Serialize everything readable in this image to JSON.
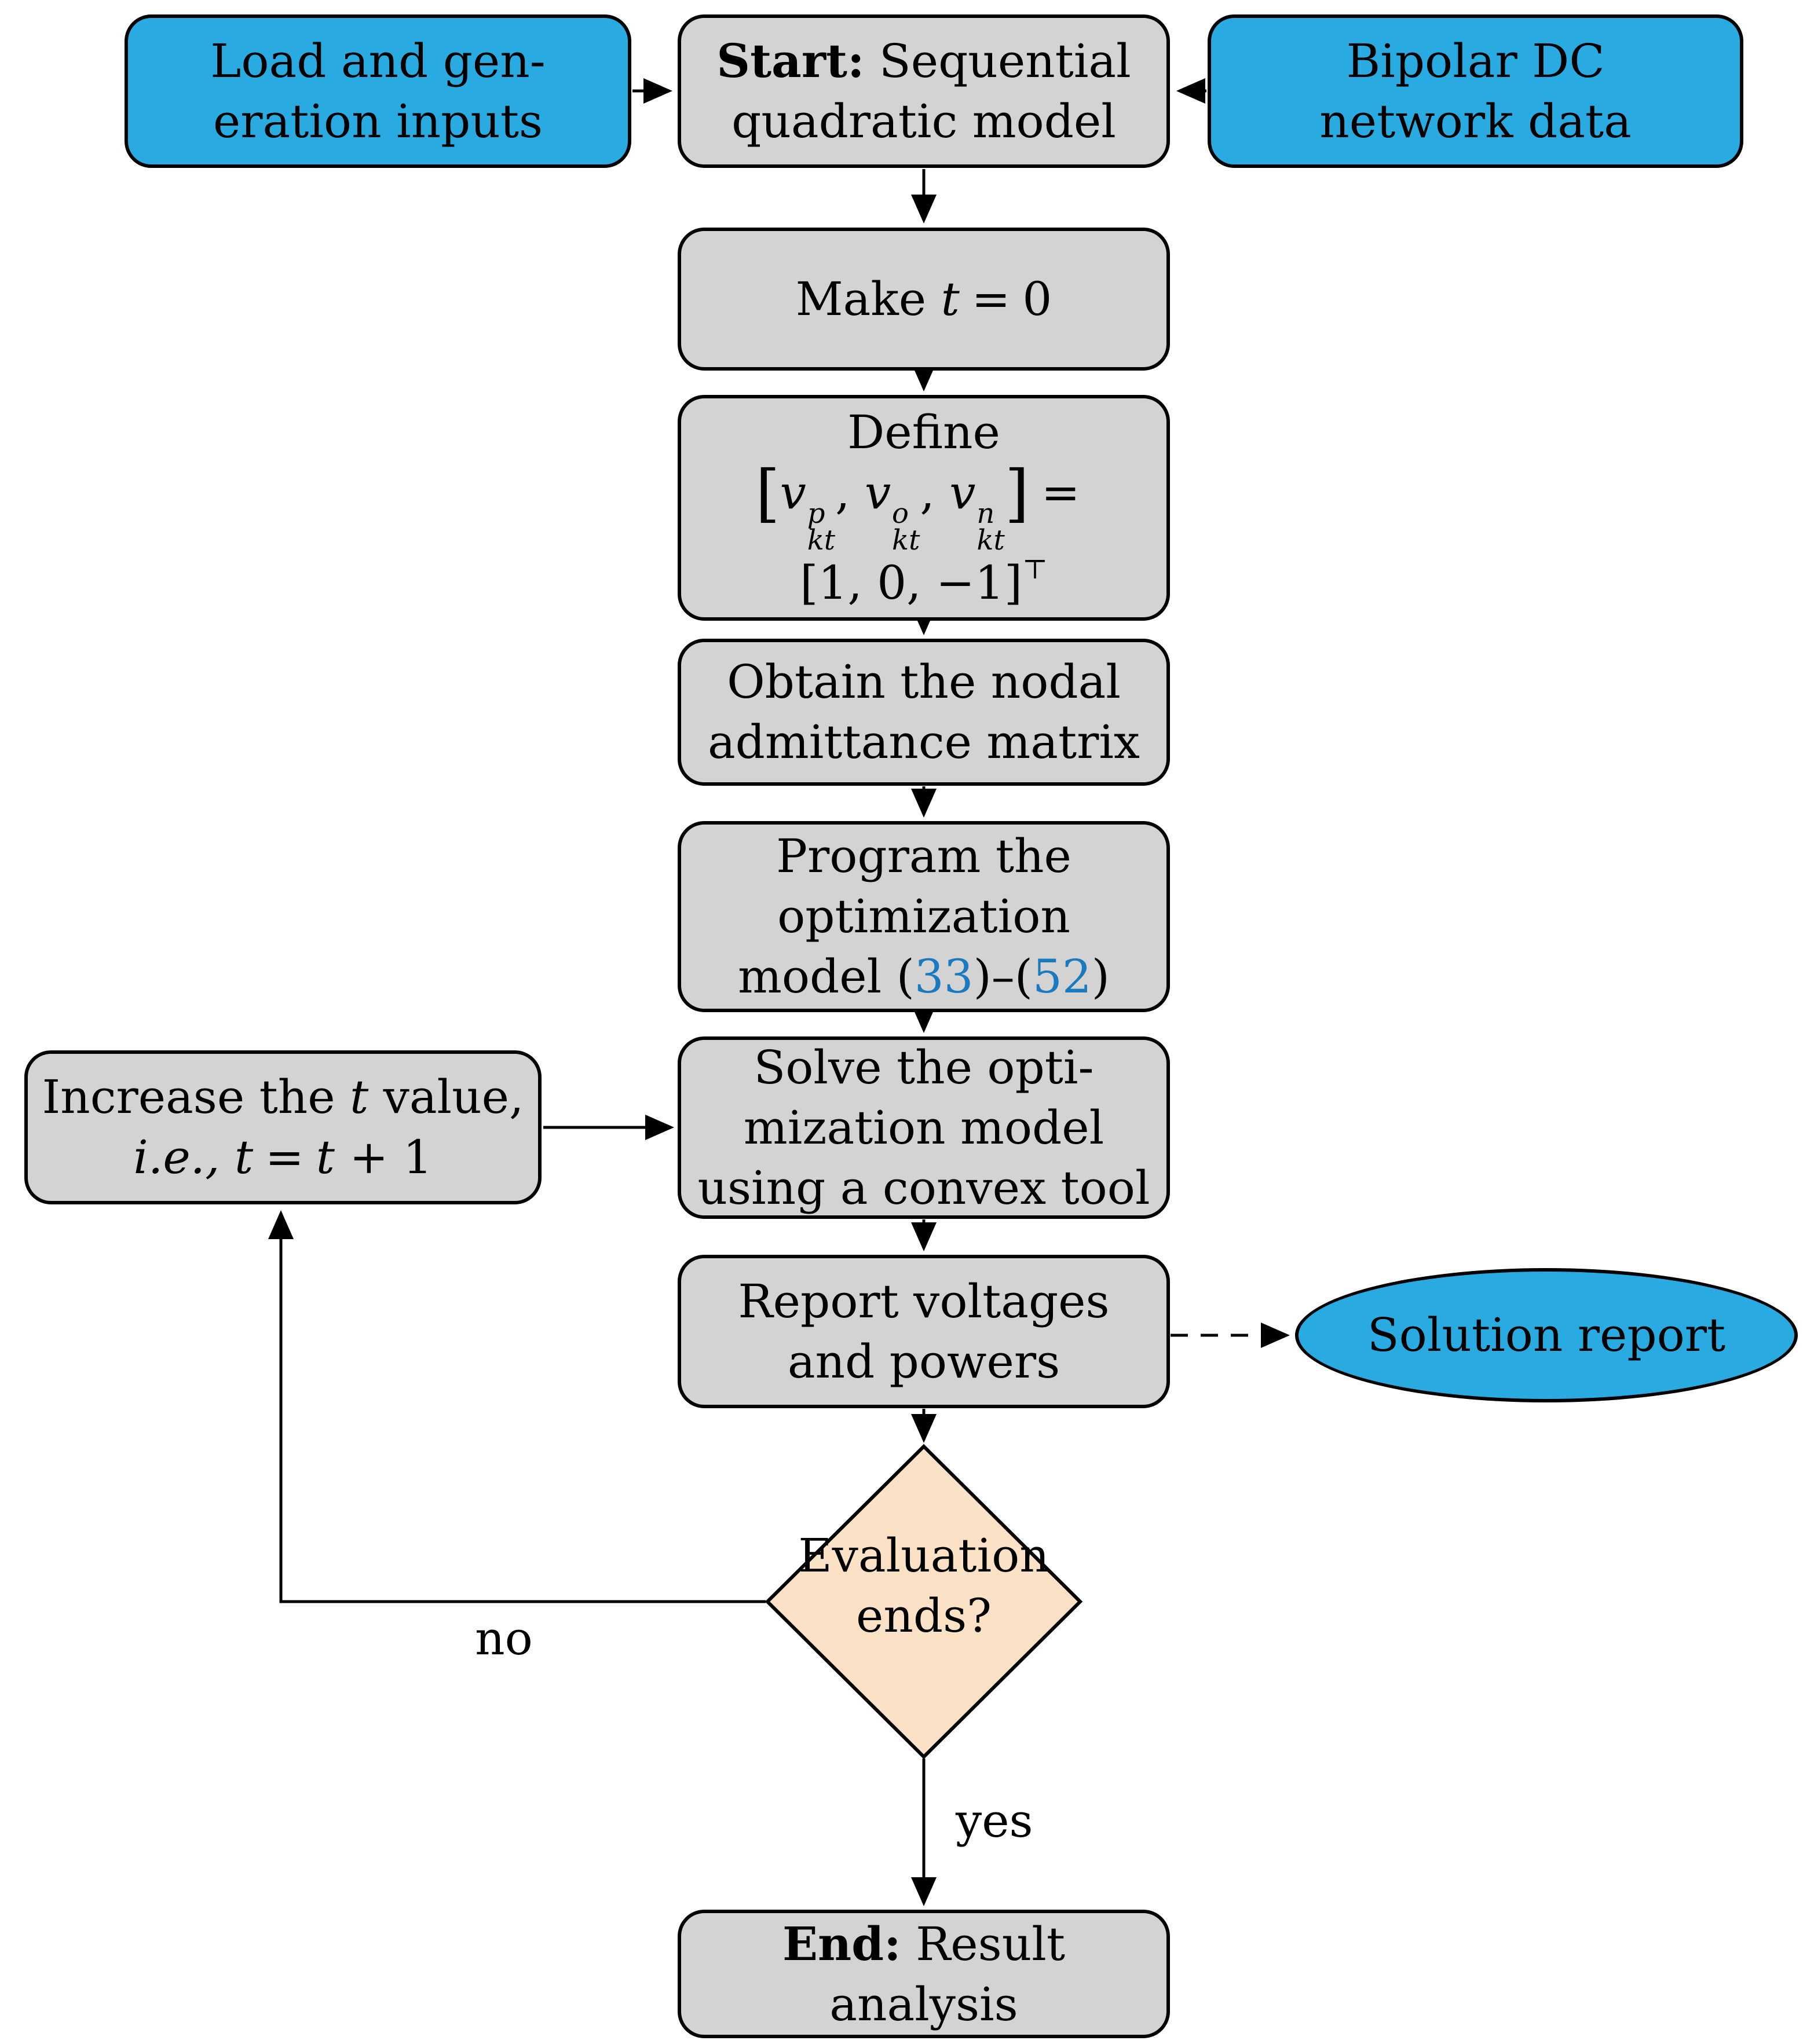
{
  "colors": {
    "node_blue": "#29ABE2",
    "node_gray": "#D3D3D3",
    "diamond_fill": "#FBE2C6",
    "ref_blue": "#1A7ABF",
    "line_color": "#000000"
  },
  "nodes": {
    "load": {
      "line1": "Load and gen-",
      "line2": "eration inputs"
    },
    "start": {
      "bold": "Start:",
      "line1_rest": " Sequential",
      "line2": "quadratic model"
    },
    "bipolar": {
      "line1": "Bipolar DC",
      "line2": "network data"
    },
    "make": {
      "word": "Make ",
      "var": "t",
      "eq": "=",
      "val": "0"
    },
    "define": {
      "title": "Define",
      "lbracket": "[",
      "rbracket": "]",
      "terms": [
        {
          "base": "v",
          "sup": "p",
          "sub": "kt",
          "sep": ", "
        },
        {
          "base": "v",
          "sup": "o",
          "sub": "kt",
          "sep": ", "
        },
        {
          "base": "v",
          "sup": "n",
          "sub": "kt",
          "sep": ""
        }
      ],
      "eq": "=",
      "row3": "[1, 0, −1]",
      "transpose": "⊤"
    },
    "obtain": {
      "line1": "Obtain the nodal",
      "line2": "admittance matrix"
    },
    "program": {
      "line1": "Program the",
      "line2": "optimization",
      "line3a": "model (",
      "ref1": "33",
      "line3b": ")–(",
      "ref2": "52",
      "line3c": ")"
    },
    "solve": {
      "line1": "Solve the opti-",
      "line2": "mization model",
      "line3": "using a convex tool"
    },
    "increase": {
      "line1a": "Increase the ",
      "line1var": "t",
      "line1b": " value,",
      "line2a": "i.e., ",
      "line2var": "t",
      "line2eq": "=",
      "line2rhs_var": "t",
      "line2rhs": " + 1"
    },
    "report": {
      "line1": "Report voltages",
      "line2": "and powers"
    },
    "solution": {
      "label": "Solution report"
    },
    "decision": {
      "line1": "Evaluation",
      "line2": "ends?"
    },
    "end": {
      "bold": "End:",
      "rest": " Result analysis"
    }
  },
  "edge_labels": {
    "no": "no",
    "yes": "yes"
  }
}
